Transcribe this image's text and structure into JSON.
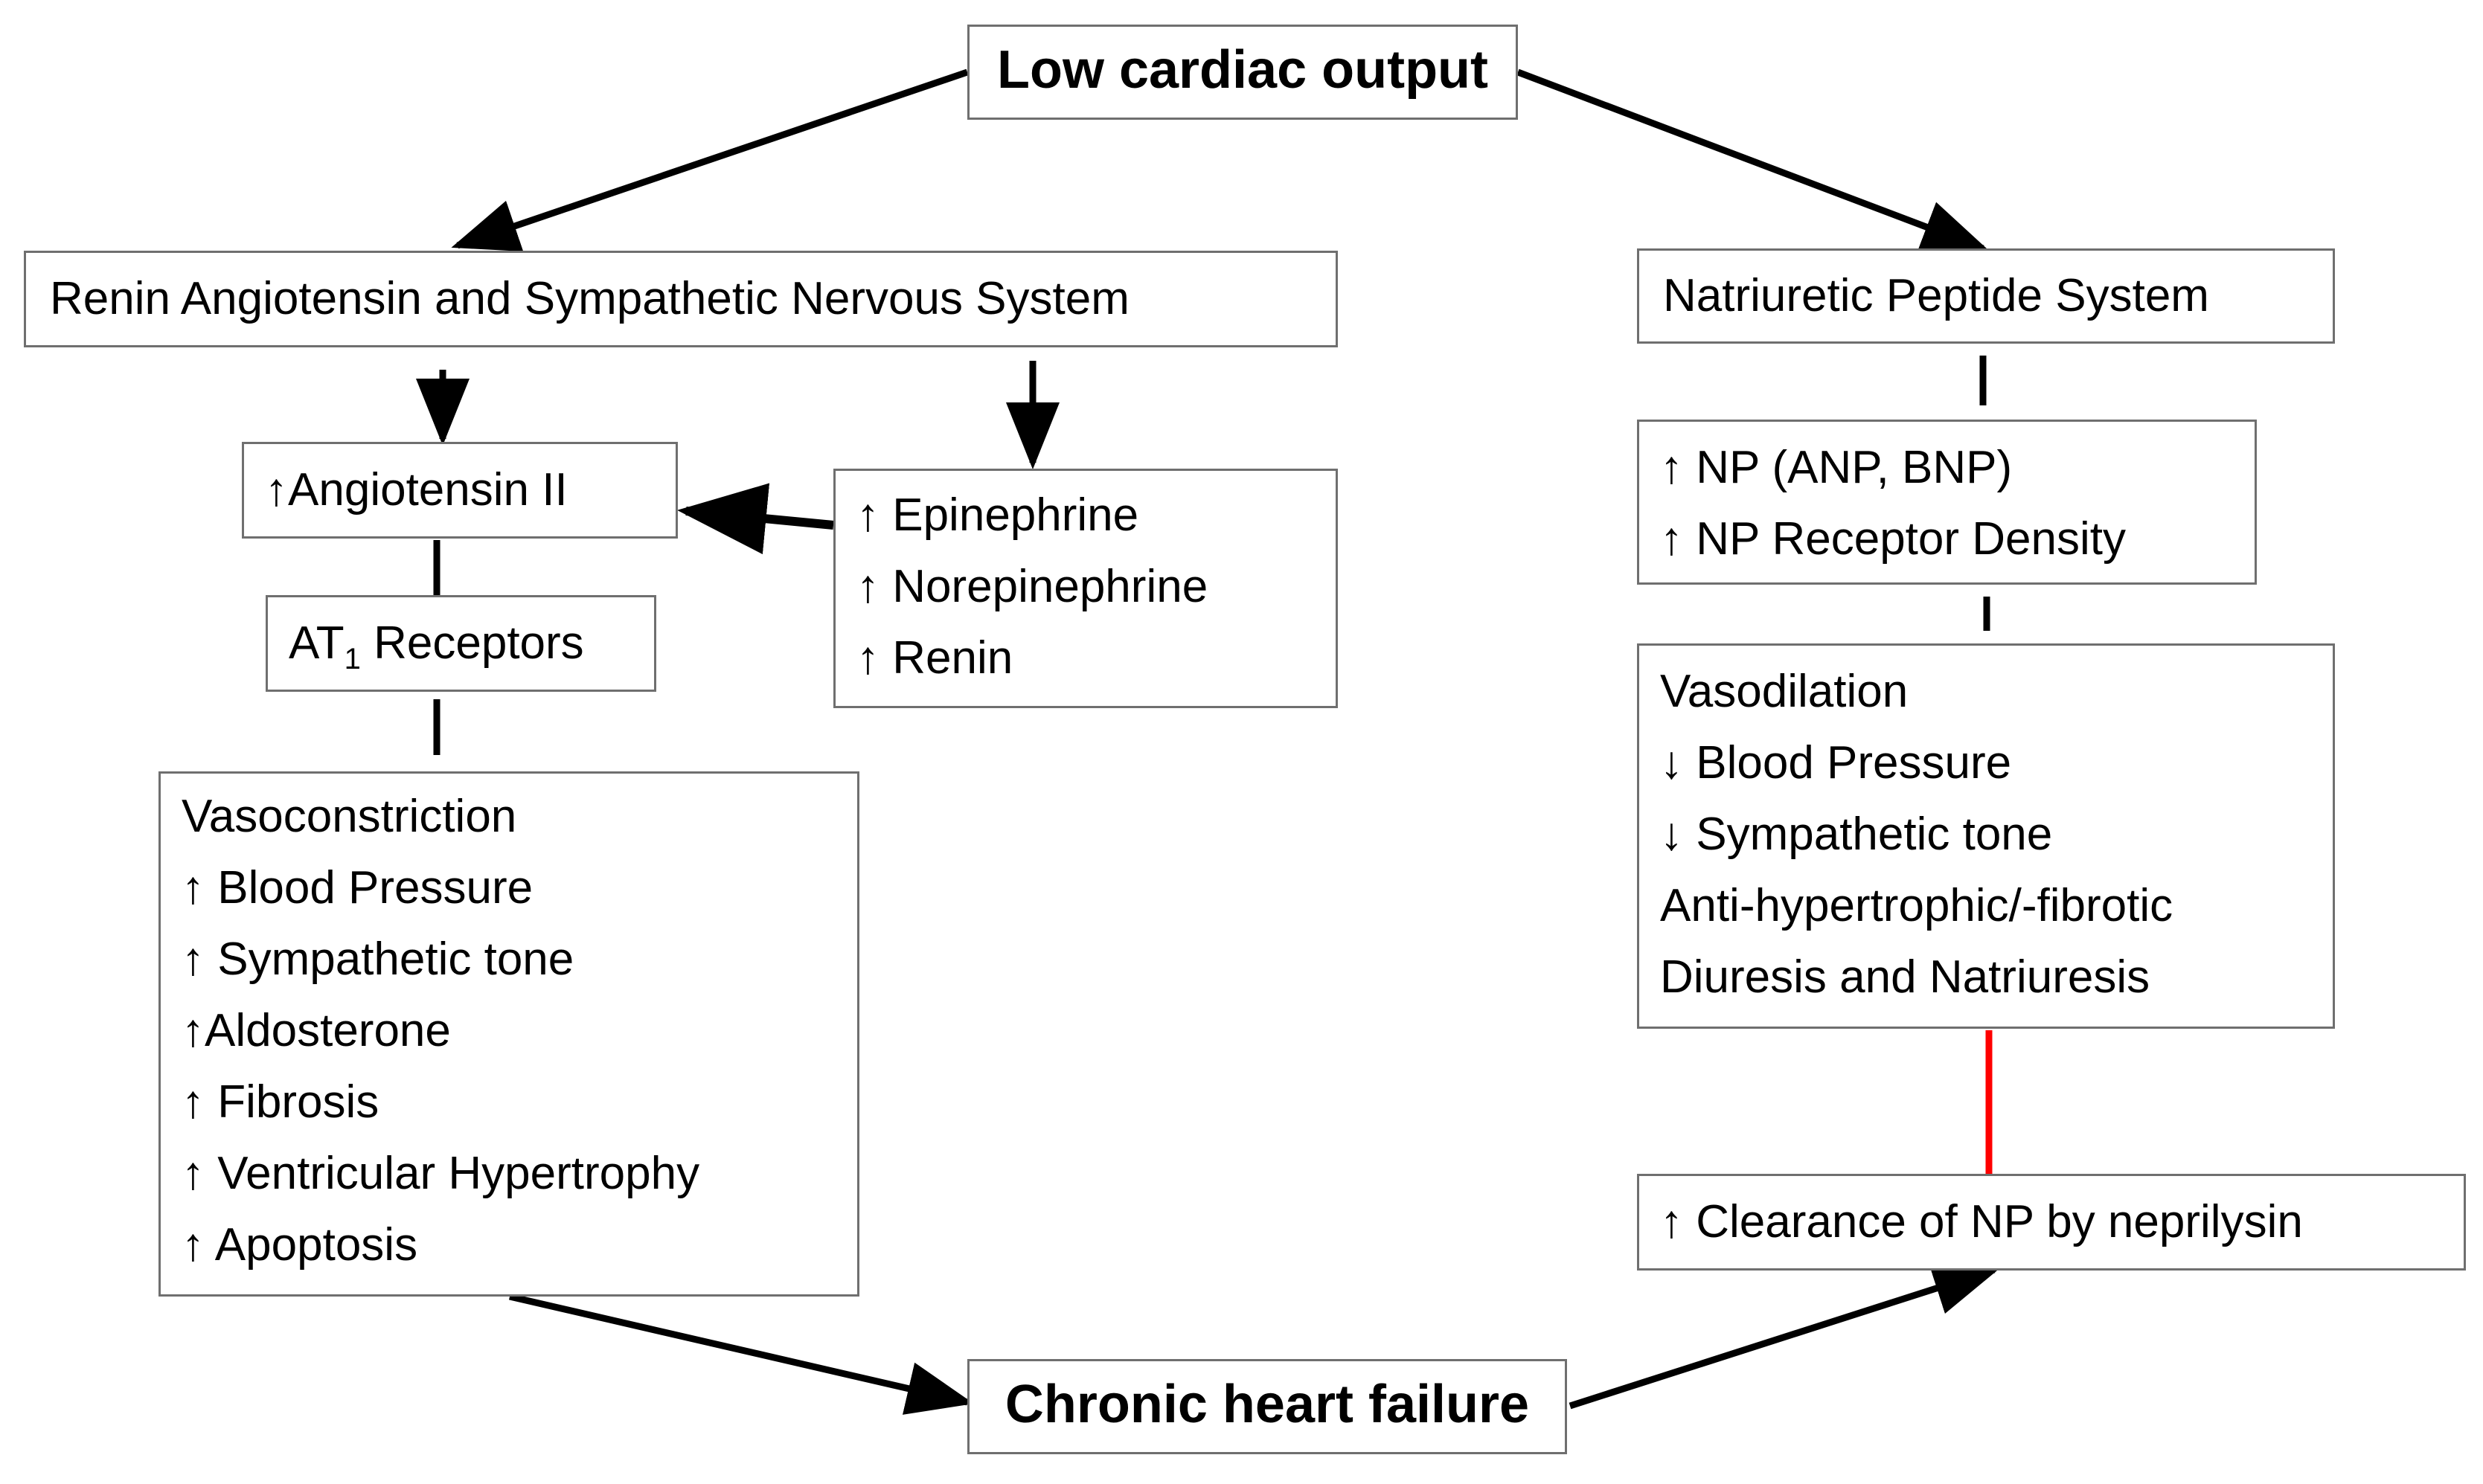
{
  "nodes": {
    "low_cardiac_output": "Low cardiac output",
    "raas_sns": "Renin Angiotensin and Sympathetic Nervous System",
    "natriuretic_system": "Natriuretic Peptide System",
    "angiotensin_ii": "↑Angiotensin II",
    "at1_receptors": {
      "prefix": "AT",
      "subscript": "1",
      "suffix": " Receptors"
    },
    "catecholamines": [
      "↑ Epinephrine",
      "↑ Norepinephrine",
      "↑ Renin"
    ],
    "np_levels": [
      "↑ NP (ANP, BNP)",
      "↑ NP Receptor Density"
    ],
    "vasoconstriction_effects": [
      "Vasoconstriction",
      "↑ Blood Pressure",
      "↑ Sympathetic tone",
      "↑Aldosterone",
      "↑ Fibrosis",
      "↑ Ventricular Hypertrophy",
      "↑ Apoptosis"
    ],
    "vasodilation_effects": [
      "Vasodilation",
      "↓ Blood Pressure",
      "↓ Sympathetic tone",
      "Anti-hypertrophic/-fibrotic",
      "Diuresis and Natriuresis"
    ],
    "neprilysin_clearance": "↑ Clearance of NP by neprilysin",
    "chronic_heart_failure": "Chronic heart failure"
  },
  "colors": {
    "arrow": "#000000",
    "box_border": "#6f6f6f",
    "inhibition_line": "#ff0000"
  }
}
